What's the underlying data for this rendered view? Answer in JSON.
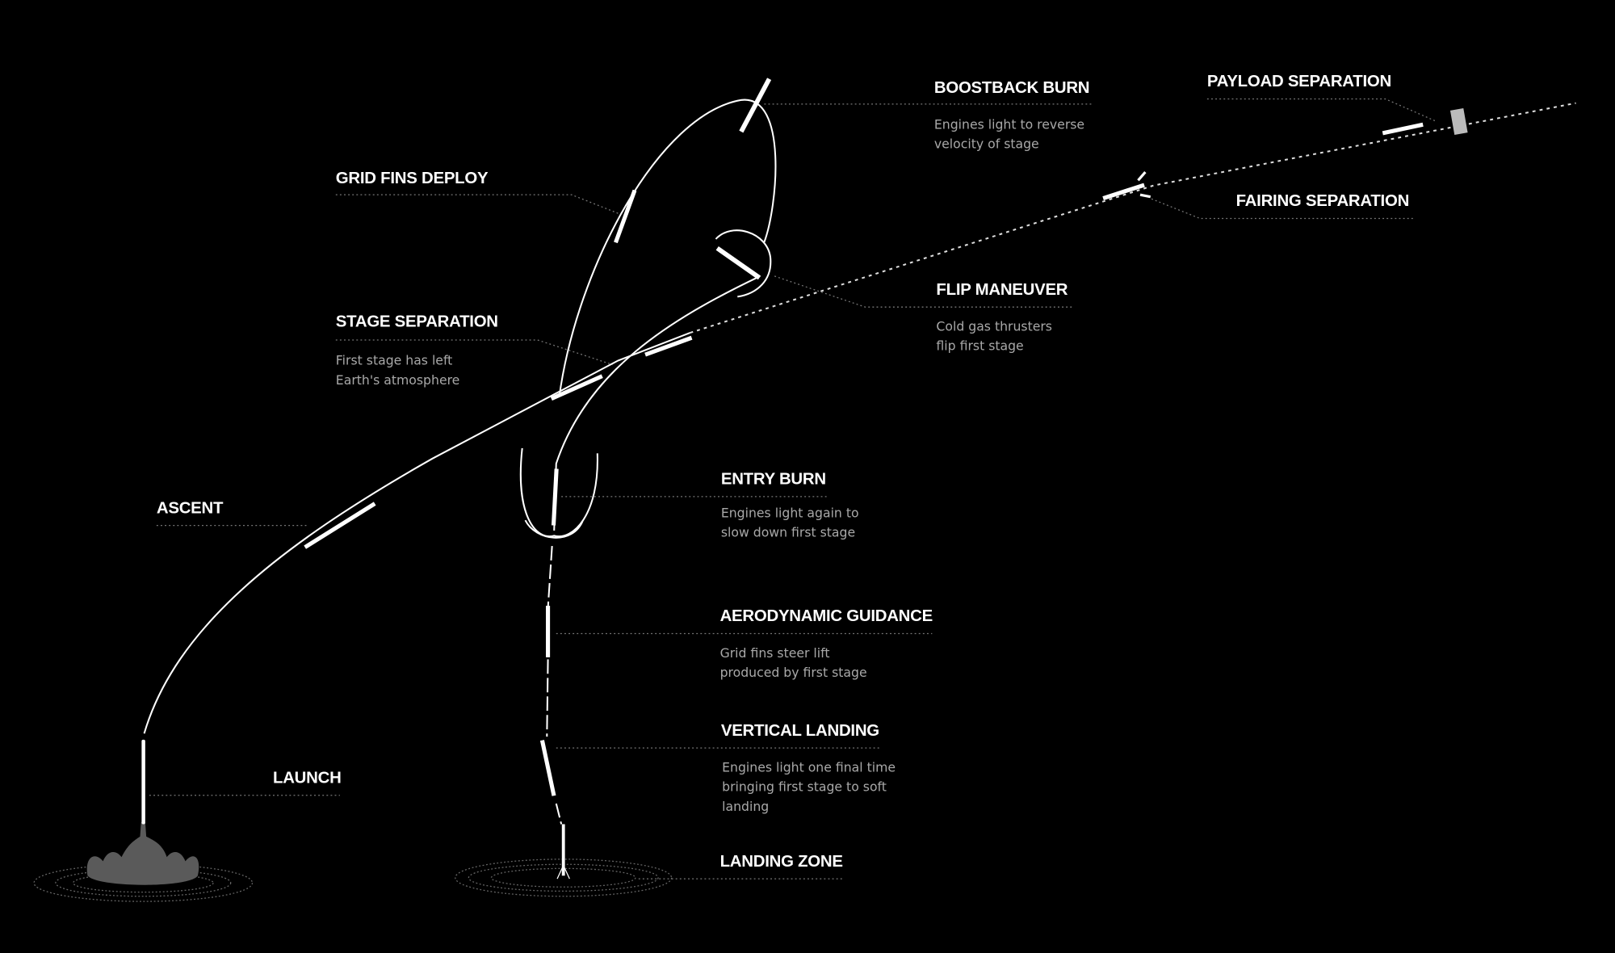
{
  "stages": {
    "launch": {
      "title": "LAUNCH"
    },
    "ascent": {
      "title": "ASCENT"
    },
    "stage_separation": {
      "title": "STAGE SEPARATION",
      "desc": [
        "First stage has left",
        "Earth's atmosphere"
      ]
    },
    "grid_fins": {
      "title": "GRID FINS DEPLOY"
    },
    "boostback": {
      "title": "BOOSTBACK BURN",
      "desc": [
        "Engines light to reverse",
        "velocity of stage"
      ]
    },
    "flip": {
      "title": "FLIP MANEUVER",
      "desc": [
        "Cold gas thrusters",
        "flip first stage"
      ]
    },
    "fairing": {
      "title": "FAIRING SEPARATION"
    },
    "payload": {
      "title": "PAYLOAD SEPARATION"
    },
    "entry_burn": {
      "title": "ENTRY BURN",
      "desc": [
        "Engines light again to",
        "slow down first stage"
      ]
    },
    "aero": {
      "title": "AERODYNAMIC GUIDANCE",
      "desc": [
        "Grid fins steer lift",
        "produced by first stage"
      ]
    },
    "vertical_landing": {
      "title": "VERTICAL LANDING",
      "desc": [
        "Engines light one final time",
        "bringing first stage to soft",
        "landing"
      ]
    },
    "landing_zone": {
      "title": "LANDING ZONE"
    }
  }
}
